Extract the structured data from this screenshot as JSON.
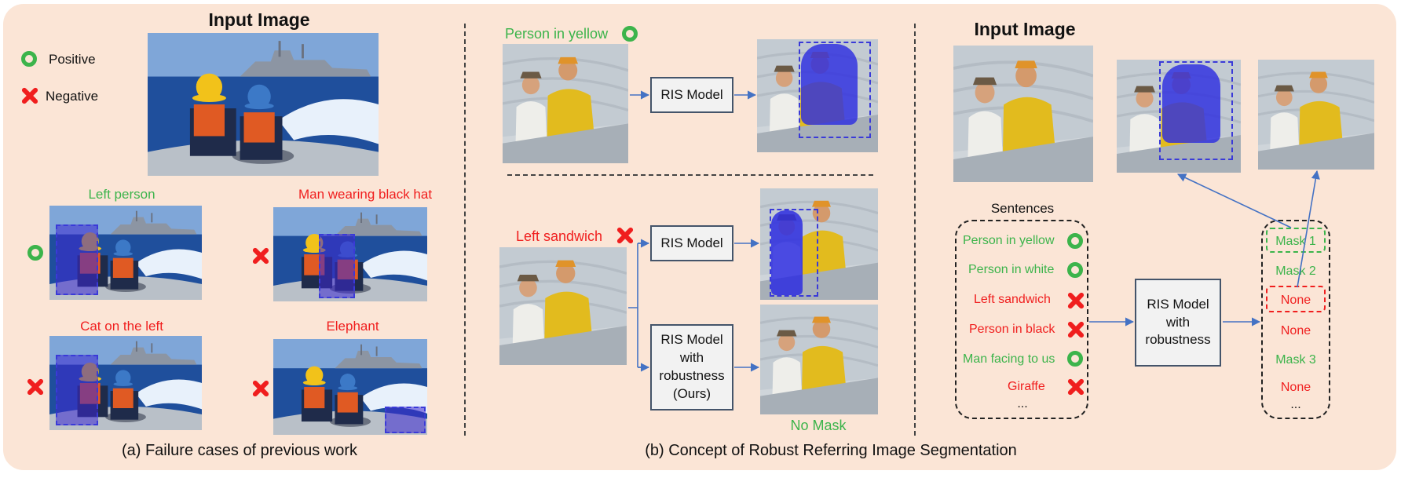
{
  "panel_a": {
    "input_title": "Input Image",
    "legend": {
      "positive": "Positive",
      "negative": "Negative"
    },
    "cases": [
      {
        "text": "Left person",
        "status": "positive"
      },
      {
        "text": "Man wearing black hat",
        "status": "negative"
      },
      {
        "text": "Cat on the left",
        "status": "negative"
      },
      {
        "text": "Elephant",
        "status": "negative"
      }
    ],
    "caption": "(a) Failure cases of previous work"
  },
  "panel_b_mid": {
    "top_query": {
      "text": "Person in yellow",
      "status": "positive"
    },
    "bottom_query": {
      "text": "Left sandwich",
      "status": "negative"
    },
    "ris_model_label": "RIS Model",
    "robust_model_lines": [
      "RIS Model",
      "with",
      "robustness",
      "(Ours)"
    ],
    "no_mask_label": "No Mask"
  },
  "panel_b_right": {
    "input_title": "Input Image",
    "sentences_title": "Sentences",
    "sentences": [
      {
        "text": "Person in yellow",
        "status": "positive"
      },
      {
        "text": "Person in white",
        "status": "positive"
      },
      {
        "text": "Left sandwich",
        "status": "negative"
      },
      {
        "text": "Person in black",
        "status": "negative"
      },
      {
        "text": "Man facing to us",
        "status": "positive"
      },
      {
        "text": "Giraffe",
        "status": "negative"
      },
      {
        "text": "...",
        "status": "none"
      }
    ],
    "model_lines": [
      "RIS Model",
      "with",
      "robustness"
    ],
    "outputs": [
      {
        "text": "Mask 1",
        "status": "positive"
      },
      {
        "text": "Mask 2",
        "status": "positive"
      },
      {
        "text": "None",
        "status": "negative"
      },
      {
        "text": "None",
        "status": "negative"
      },
      {
        "text": "Mask 3",
        "status": "positive"
      },
      {
        "text": "None",
        "status": "negative"
      },
      {
        "text": "...",
        "status": "none"
      }
    ]
  },
  "caption_b": "(b) Concept of Robust Referring Image Segmentation",
  "colors": {
    "background": "#fbe5d6",
    "positive": "#3cb44b",
    "negative": "#f01e1e",
    "mask": "#2a2ad8"
  }
}
